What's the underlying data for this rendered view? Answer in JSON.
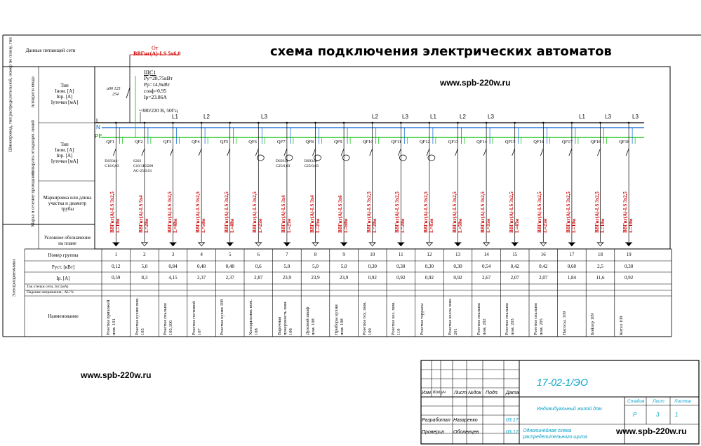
{
  "title": "схема подключения электрических автоматов",
  "url": "www.spb-220w.ru",
  "left_labels": {
    "header": "Данные питающей сети",
    "shield": "Шинопровод, тип распределительной, номер по плану, тип",
    "input_apparatus": "Аппараты ввода",
    "input_params": [
      "Тип",
      "Iном. [А]",
      "Iпр. [А]",
      "Iутечки [мА]"
    ],
    "outgoing_apparatus": "Аппараты отходящих линий",
    "outgoing_params": [
      "Тип",
      "Iном. [А]",
      "Iпр. [А]",
      "Iутечки [мА]"
    ],
    "cable_mark": "Марка и сечение проводника",
    "cable_length": "Маркировка или длина участка и диаметр трубы",
    "plan_symbol": "Условное обозначение на плане",
    "consumers": "Электроприемники",
    "group_number": "Номер группы",
    "power": "Руст. [кВт]",
    "current": "Iр. [А]",
    "leak_current": "Ток утечки сети, Iут [мА]",
    "voltage_drop": "Падение напряжения , ΔU %",
    "name": "Наименование"
  },
  "feed": {
    "from": "От",
    "cable": "ВВГнг(А)-LS 5х6,0",
    "panel": "ЩС1",
    "py": "Ру=28,75кВт",
    "pp": "Рр=14,9кВт",
    "cos": "cosф=0,95",
    "ip": "Iр=23.86A",
    "voltage": "~380/220 В, 50Гц",
    "input_switch_a": "a00 125",
    "input_switch_b": "254"
  },
  "buses": [
    "L",
    "N",
    "PE"
  ],
  "phases": [
    "L1",
    "L2",
    "L3",
    "L2",
    "L3",
    "L1",
    "L2",
    "L3",
    "L1",
    "L3",
    "L3"
  ],
  "breakers": [
    {
      "id": "QF1",
      "type": "DS9341-C16/0,03"
    },
    {
      "id": "QF2",
      "type": "S203 C16/1H3200 AC-25/0,03"
    },
    {
      "id": "QF3",
      "type": ""
    },
    {
      "id": "QF4",
      "type": ""
    },
    {
      "id": "QF5",
      "type": ""
    },
    {
      "id": "QF6",
      "type": ""
    },
    {
      "id": "QF7",
      "type": "DS9341-C25/0,03"
    },
    {
      "id": "QF8",
      "type": "DS9341-C25/0,03"
    },
    {
      "id": "QF9",
      "type": ""
    },
    {
      "id": "QF10",
      "type": ""
    },
    {
      "id": "QF11",
      "type": ""
    },
    {
      "id": "QF12",
      "type": ""
    },
    {
      "id": "QF13",
      "type": ""
    },
    {
      "id": "QF14",
      "type": ""
    },
    {
      "id": "QF15",
      "type": ""
    },
    {
      "id": "QF16",
      "type": ""
    },
    {
      "id": "QF17",
      "type": ""
    },
    {
      "id": "QF18",
      "type": ""
    },
    {
      "id": "QF18",
      "type": ""
    }
  ],
  "groups": [
    {
      "n": "1",
      "cable": "ВВГнг(А)-LS 3х2,5",
      "len": "L=10м",
      "p": "0,12",
      "i": "0,59",
      "name": "Розетки прихожей пом. 101"
    },
    {
      "n": "2",
      "cable": "ВВГнг(А)-LS 5х4",
      "len": "L=20м",
      "p": "5,0",
      "i": "8,3",
      "name": "Розетки кухни пом. 105"
    },
    {
      "n": "3",
      "cable": "ВВГнг(А)-LS 3х2,5",
      "len": "L=40м",
      "p": "0,84",
      "i": "4,15",
      "name": "Розетки спальни 105,106"
    },
    {
      "n": "4",
      "cable": "ВВГнг(А)-LS 3х2,5",
      "len": "L=50м",
      "p": "0,48",
      "i": "2,37",
      "name": "Розетки гостиной 107"
    },
    {
      "n": "5",
      "cable": "ВВГнг(А)-LS 3х2,5",
      "len": "L=40м",
      "p": "0,48",
      "i": "2,37",
      "name": "Розетки кухни 108"
    },
    {
      "n": "6",
      "cable": "ВВГнг(А)-LS 3х2,5",
      "len": "L=25м",
      "p": "0,6",
      "i": "2,87",
      "name": "Холодильник пом. 108"
    },
    {
      "n": "7",
      "cable": "ВВГнг(А)-LS 3х4",
      "len": "L=25м",
      "p": "5,0",
      "i": "23,9",
      "name": "Варочная поверхность пом. 108"
    },
    {
      "n": "8",
      "cable": "ВВГнг(А)-LS 3х4",
      "len": "L=25м",
      "p": "5,0",
      "i": "23,9",
      "name": "Духовой шкаф пом. 108"
    },
    {
      "n": "9",
      "cable": "ВВГнг(А)-LS 3х6",
      "len": "L=60м",
      "p": "5,0",
      "i": "23,9",
      "name": "Приборы кухни пом. 108"
    },
    {
      "n": "10",
      "cable": "ВВГнг(А)-LS 3х2,5",
      "len": "L=20м",
      "p": "0,30",
      "i": "0,92",
      "name": "Розетки тех. пом. 109"
    },
    {
      "n": "11",
      "cable": "ВВГнг(А)-LS 3х2,5",
      "len": "L=20м",
      "p": "0,30",
      "i": "0,92",
      "name": "Розетки хоз. пом. 110"
    },
    {
      "n": "12",
      "cable": "ВВГнг(А)-LS 3х2,5",
      "len": "L=45м",
      "p": "0,30",
      "i": "0,92",
      "name": "Розетки террасы"
    },
    {
      "n": "13",
      "cable": "ВВГнг(А)-LS 3х2,5",
      "len": "L=50м",
      "p": "0,30",
      "i": "0,92",
      "name": "Розетки холла пом. 201"
    },
    {
      "n": "14",
      "cable": "ВВГнг(А)-LS 3х2,5",
      "len": "L=35м",
      "p": "0,54",
      "i": "2,67",
      "name": "Розетки спальни пом. 202"
    },
    {
      "n": "15",
      "cable": "ВВГнг(А)-LS 3х2,5",
      "len": "L=45м",
      "p": "0,42",
      "i": "2,07",
      "name": "Розетки спальни пом. 203"
    },
    {
      "n": "16",
      "cable": "ВВГнг(А)-LS 3х2,5",
      "len": "L=25м",
      "p": "0,42",
      "i": "2,07",
      "name": "Розетки спальни пом. 205"
    },
    {
      "n": "17",
      "cable": "ВВГнг(А)-LS 3х2,5",
      "len": "L=10м",
      "p": "0,60",
      "i": "1,84",
      "name": "Насосы. 109"
    },
    {
      "n": "18",
      "cable": "ВВГнг(А)-LS 3х2,5",
      "len": "L=10м",
      "p": "2,5",
      "i": "11,6",
      "name": "Бойлер 109"
    },
    {
      "n": "19",
      "cable": "ВВГнг(А)-LS 3х2,5",
      "len": "L=10м",
      "p": "0,30",
      "i": "0,92",
      "name": "Котел 109"
    }
  ],
  "title_block": {
    "code": "17-02-1/ЭО",
    "cols": [
      "Изм.",
      "Кол.уч",
      "Лист",
      "№док",
      "Подп.",
      "Дата"
    ],
    "dev_role": "Разработал",
    "dev_name": "Назаренко",
    "dev_date": "03.17",
    "chk_role": "Проверил",
    "chk_name": "Оболенцев",
    "chk_date": "03.17",
    "object": "Индивидуальный жилой дом",
    "sheet_title": "Однолинейная схема распределительного щита",
    "stage_h": "Стадия",
    "sheet_h": "Лист",
    "sheets_h": "Листов",
    "stage": "Р",
    "sheet": "3",
    "sheets": "1"
  }
}
